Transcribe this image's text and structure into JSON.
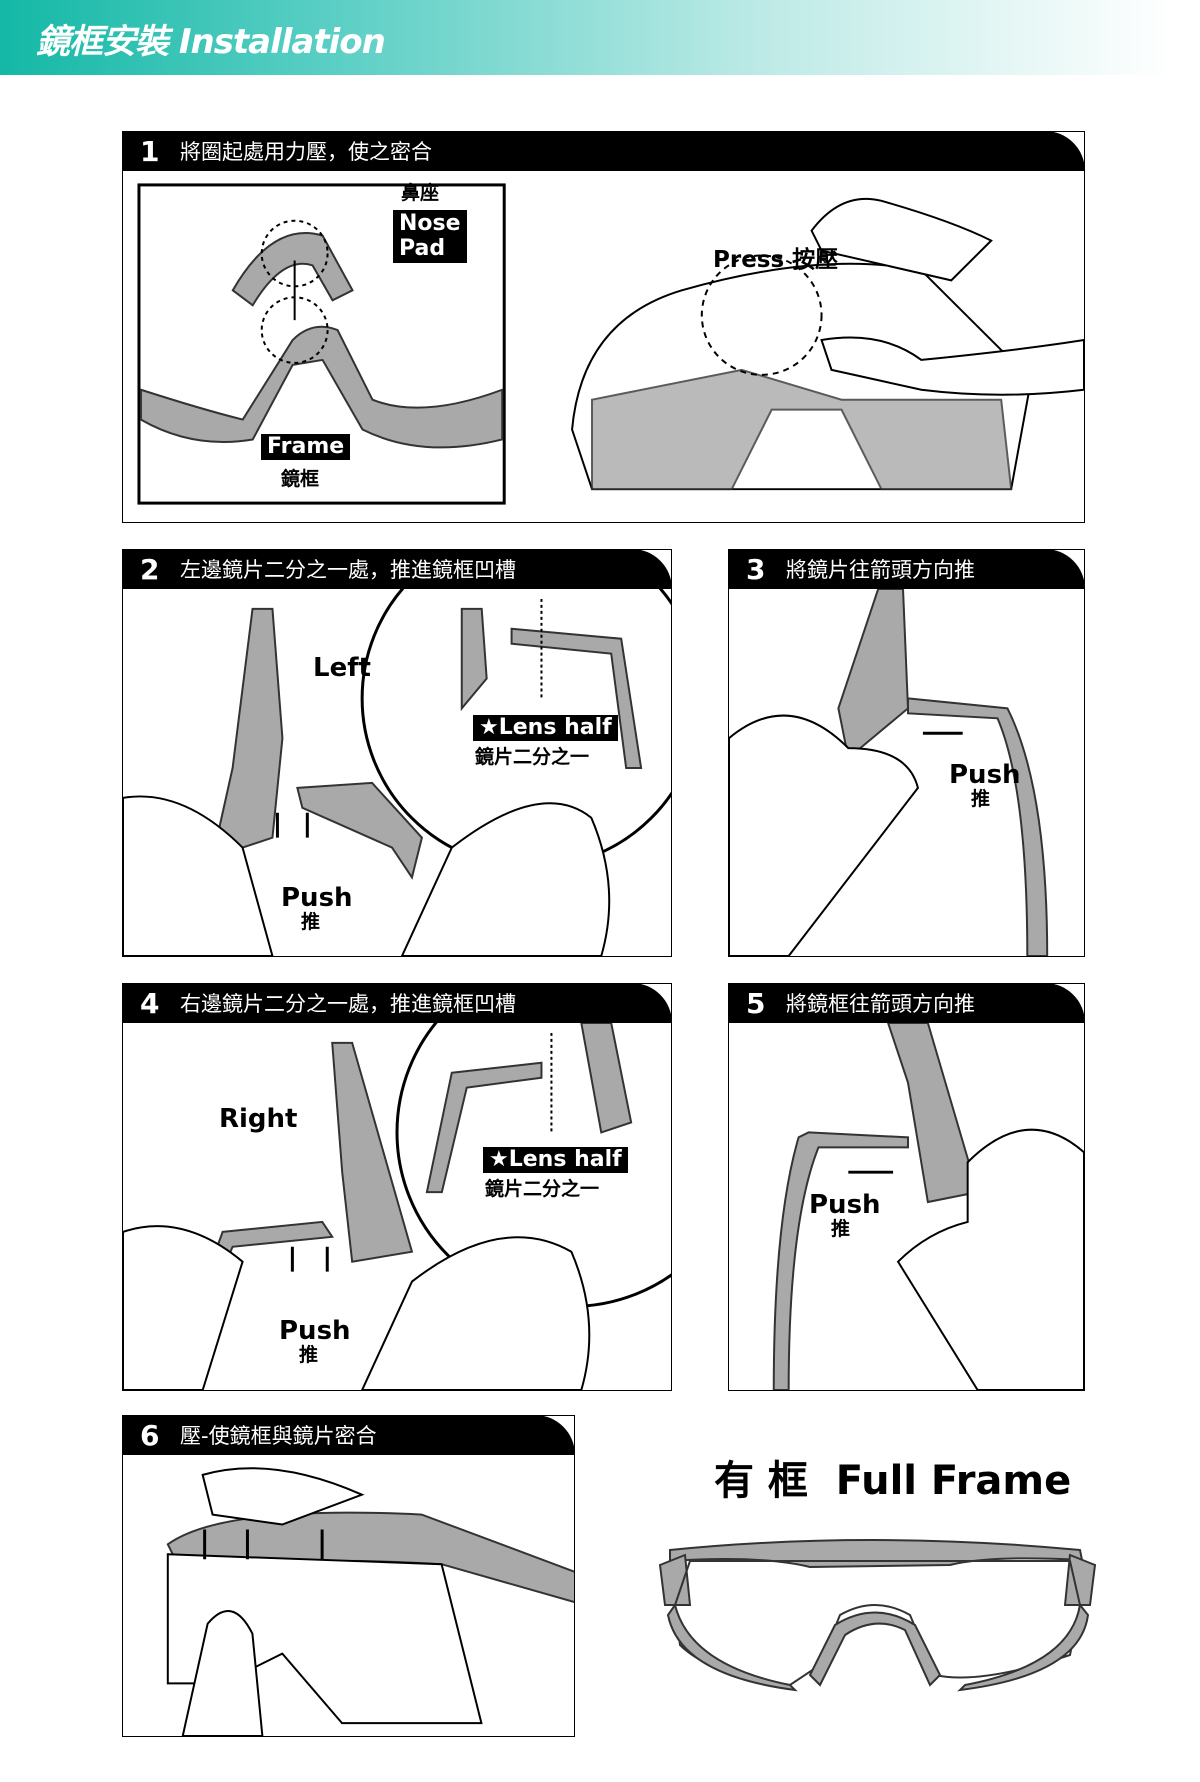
{
  "header": {
    "title": "鏡框安裝 Installation"
  },
  "steps": [
    {
      "number": "1",
      "text": "將圈起處用力壓，使之密合",
      "labels": {
        "nose_cn": "鼻座",
        "nose_en1": "Nose",
        "nose_en2": "Pad",
        "frame_en": "Frame",
        "frame_cn": "鏡框",
        "press": "Press 按壓"
      }
    },
    {
      "number": "2",
      "text": "左邊鏡片二分之一處，推進鏡框凹槽",
      "labels": {
        "side": "Left",
        "lens_en": "★Lens half",
        "lens_cn": "鏡片二分之一",
        "push_en": "Push",
        "push_cn": "推"
      }
    },
    {
      "number": "3",
      "text": "將鏡片往箭頭方向推",
      "labels": {
        "push_en": "Push",
        "push_cn": "推"
      }
    },
    {
      "number": "4",
      "text": "右邊鏡片二分之一處，推進鏡框凹槽",
      "labels": {
        "side": "Right",
        "lens_en": "★Lens half",
        "lens_cn": "鏡片二分之一",
        "push_en": "Push",
        "push_cn": "推"
      }
    },
    {
      "number": "5",
      "text": "將鏡框往箭頭方向推",
      "labels": {
        "push_en": "Push",
        "push_cn": "推"
      }
    },
    {
      "number": "6",
      "text": "壓-使鏡框與鏡片密合"
    }
  ],
  "full_frame": {
    "title": "有 框  Full Frame"
  },
  "colors": {
    "frame_gray": "#a9a9a9",
    "banner_start": "#14b8a6"
  }
}
